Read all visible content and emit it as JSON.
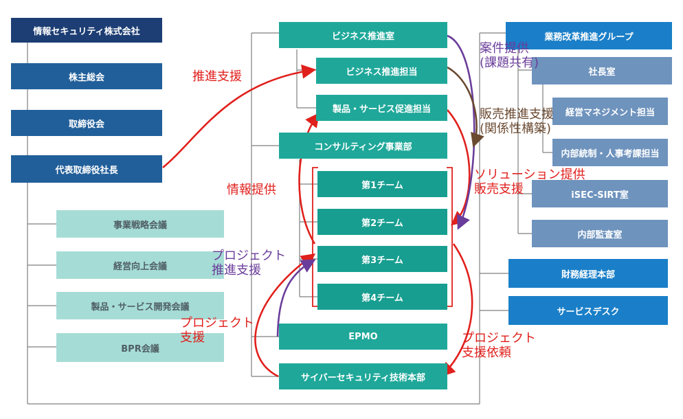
{
  "left": {
    "company": "情報セキュリティ株式会社",
    "shareholders": "株主総会",
    "board": "取締役会",
    "president": "代表取締役社長",
    "meetings": [
      "事業戦略会議",
      "経営向上会議",
      "製品・サービス開発会議",
      "BPR会議"
    ]
  },
  "center": {
    "biz_promo": "ビジネス推進室",
    "biz_promo_staff": "ビジネス推進担当",
    "product_promo_staff": "製品・サービス促進担当",
    "consulting": "コンサルティング事業部",
    "teams": [
      "第1チーム",
      "第2チーム",
      "第3チーム",
      "第4チーム"
    ],
    "epmo": "EPMO",
    "cyber": "サイバーセキュリティ技術本部"
  },
  "right": {
    "bpr_group": "業務改革推進グループ",
    "president_office": "社長室",
    "mgmt_staff": "経営マネジメント担当",
    "internal_control": "内部統制・人事考課担当",
    "sirt": "iSEC-SIRT室",
    "audit": "内部監査室",
    "finance": "財務経理本部",
    "service_desk": "サービスデスク"
  },
  "annotations": {
    "promotion_support": "推進支援",
    "case_provision": [
      "案件提供",
      "(課題共有)"
    ],
    "sales_support": [
      "販売推進支援",
      "(関係性構築)"
    ],
    "info_provision": "情報提供",
    "solution": [
      "ソリューション提供",
      "販売支援"
    ],
    "project_promotion": [
      "プロジェクト",
      "推進支援"
    ],
    "project_support": [
      "プロジェクト",
      "支援"
    ],
    "project_request": [
      "プロジェクト",
      "支援依頼"
    ]
  },
  "colors": {
    "navy": "#1d3e74",
    "blue": "#215f9a",
    "mint": "#a6dcd6",
    "teal": "#1fa89a",
    "azure": "#1a7fc8",
    "gray": "#6e93bd",
    "red_arrow": "#e0201c",
    "purple_arrow": "#6a3d9a",
    "brown_arrow": "#6b4a32",
    "line": "#7f7f7f"
  }
}
